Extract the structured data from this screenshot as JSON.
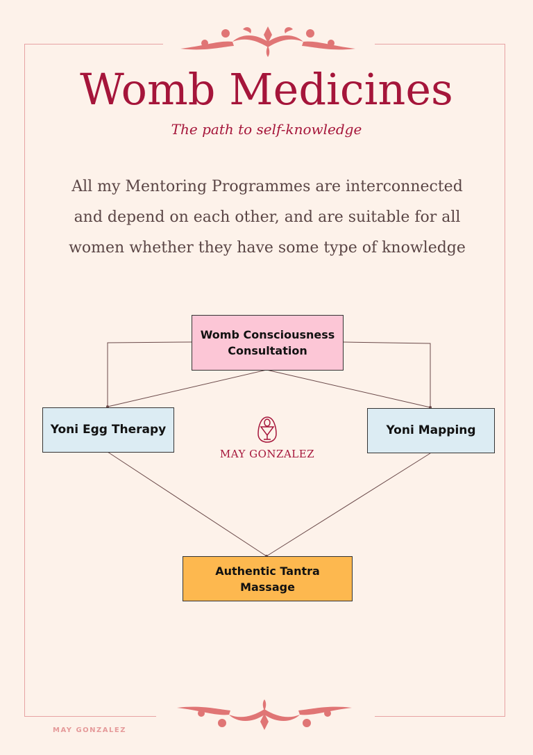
{
  "header": {
    "title": "Womb Medicines",
    "subtitle": "The path to self-knowledge"
  },
  "intro": {
    "lines": [
      "All my Mentoring Programmes are interconnected",
      "and depend on each other, and are suitable for all",
      "women whether they have some type of knowledge"
    ]
  },
  "diagram": {
    "nodes": {
      "consultation": {
        "line1": "Womb Consciousness",
        "line2": "Consultation",
        "color": "#fcc6d6"
      },
      "yoni_egg": {
        "label": "Yoni Egg Therapy",
        "color": "#dcecf3"
      },
      "yoni_mapping": {
        "label": "Yoni Mapping",
        "color": "#dcecf3"
      },
      "tantra": {
        "line1": "Authentic Tantra",
        "line2": "Massage",
        "color": "#fdb84f"
      }
    }
  },
  "logo": {
    "text": "MAY GONZALEZ"
  },
  "footer": {
    "brand": "MAY GONZALEZ"
  },
  "colors": {
    "background": "#fdf2ea",
    "accent": "#a5153a",
    "ornament": "#e07575",
    "frame": "#e7a3a3"
  }
}
